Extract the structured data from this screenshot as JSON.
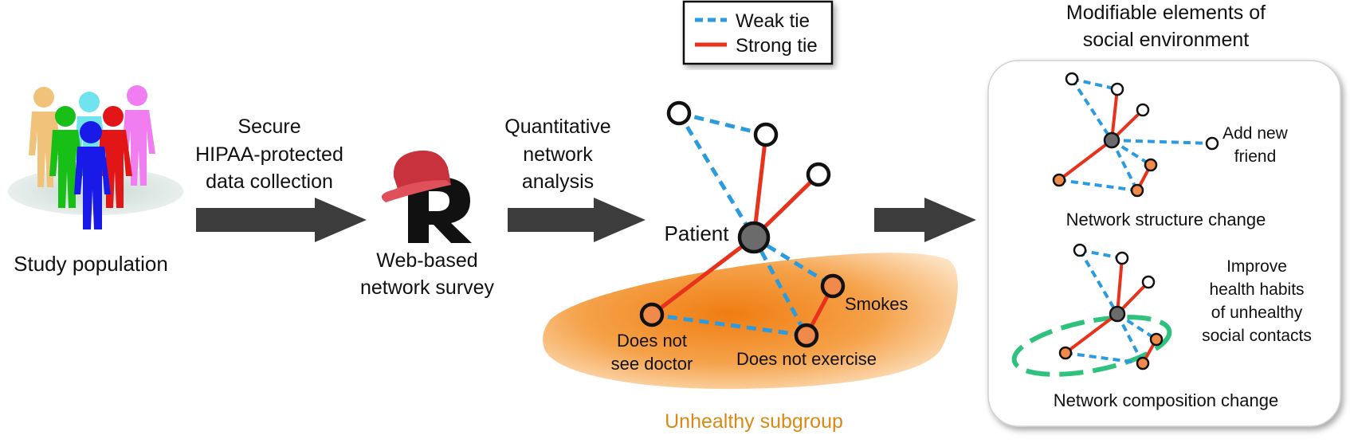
{
  "labels": {
    "study_population": "Study population",
    "secure_line1": "Secure",
    "secure_line2": "HIPAA-protected",
    "secure_line3": "data collection",
    "survey_line1": "Web-based",
    "survey_line2": "network survey",
    "analysis_line1": "Quantitative",
    "analysis_line2": "network",
    "analysis_line3": "analysis",
    "patient": "Patient",
    "smokes": "Smokes",
    "no_doctor_line1": "Does not",
    "no_doctor_line2": "see doctor",
    "no_exercise": "Does not exercise",
    "unhealthy_subgroup": "Unhealthy subgroup",
    "modifiable_line1": "Modifiable elements of",
    "modifiable_line2": "social environment",
    "add_friend_line1": "Add new",
    "add_friend_line2": "friend",
    "structure_change": "Network structure change",
    "improve_line1": "Improve",
    "improve_line2": "health habits",
    "improve_line3": "of unhealthy",
    "improve_line4": "social contacts",
    "composition_change": "Network composition change"
  },
  "legend": {
    "weak": "Weak tie",
    "strong": "Strong tie"
  },
  "colors": {
    "weak_tie": "#2b9be0",
    "strong_tie": "#e8321c",
    "arrow": "#3c3c3c",
    "patient_node": "#6b6b6b",
    "unhealthy_node": "#f08a4b",
    "unhealthy_label": "#d98a16",
    "composition_ring": "#2ec27e"
  },
  "icons": {
    "people": "people-group-icon",
    "survey_logo": "cap-r-logo-icon"
  }
}
